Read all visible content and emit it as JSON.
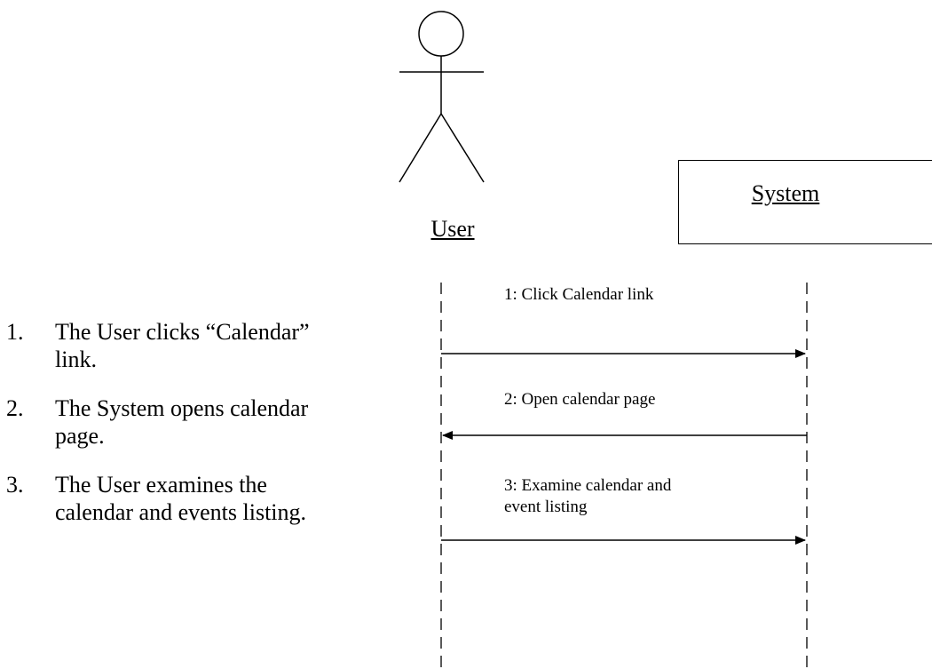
{
  "actor": {
    "label": "User"
  },
  "system": {
    "label": "System"
  },
  "messages": [
    {
      "label": "1: Click Calendar link",
      "direction": "user-to-system"
    },
    {
      "label": "2: Open calendar page",
      "direction": "system-to-user"
    },
    {
      "label_line1": "3: Examine calendar and",
      "label_line2": "event listing",
      "direction": "user-to-system"
    }
  ],
  "steps": [
    {
      "number": "1.",
      "line1": "The User clicks “Calendar”",
      "line2": "link."
    },
    {
      "number": "2.",
      "line1": "The System opens calendar",
      "line2": "page."
    },
    {
      "number": "3.",
      "line1": "The User examines the",
      "line2": "calendar and events listing."
    }
  ]
}
